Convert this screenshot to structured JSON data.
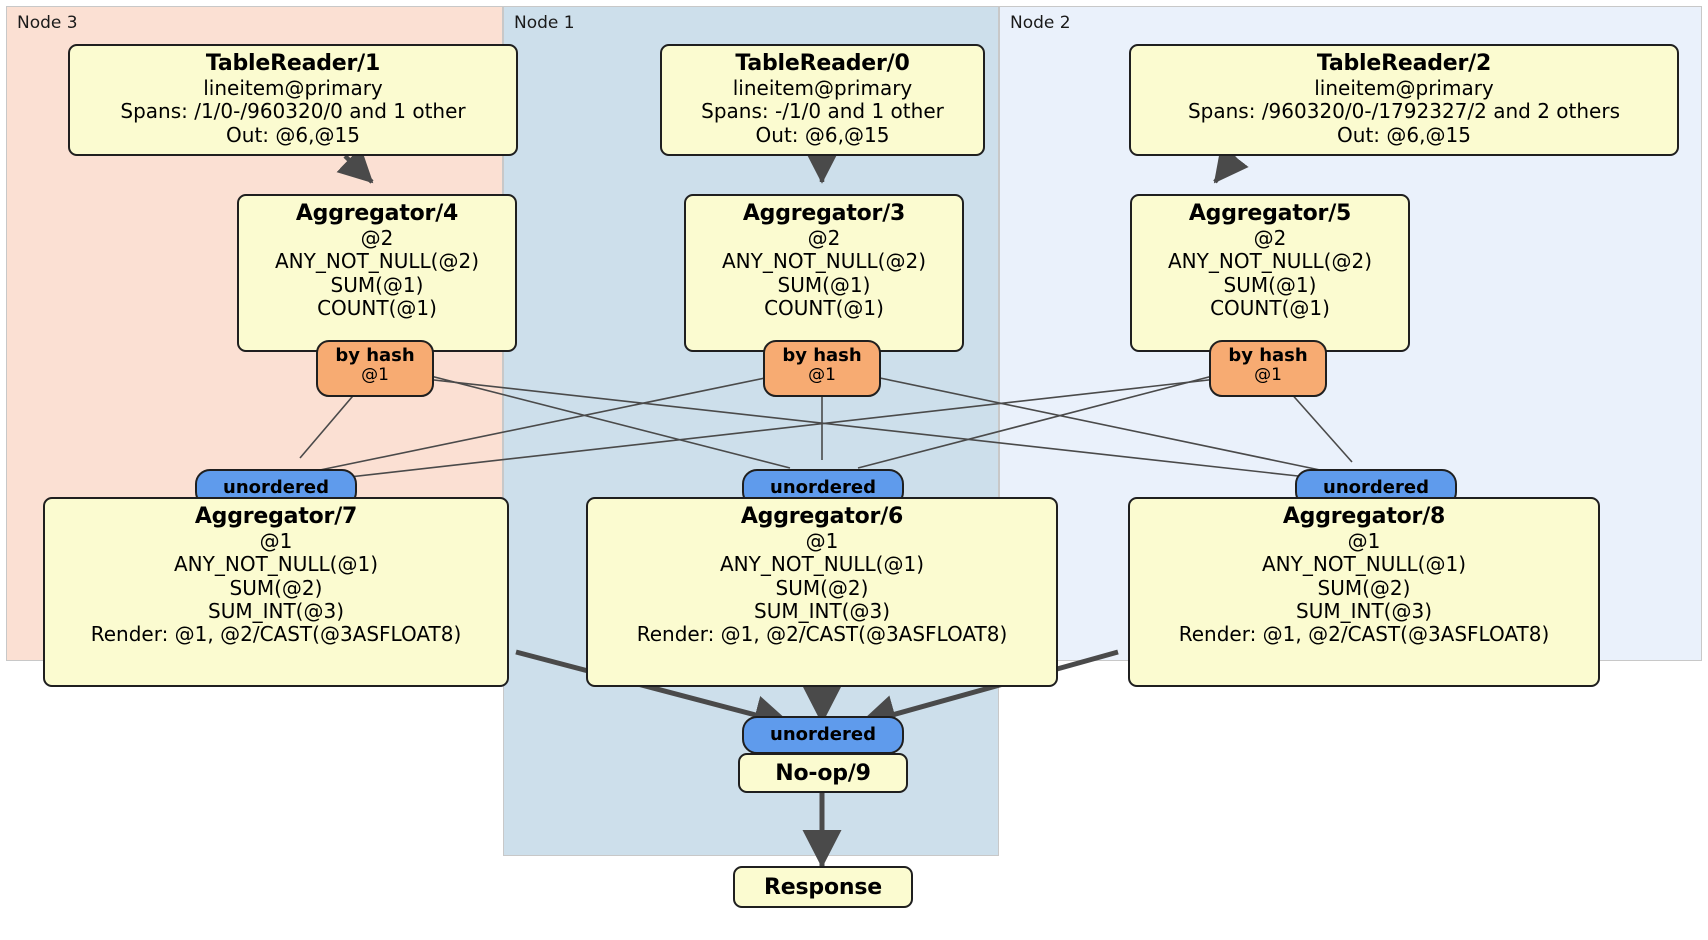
{
  "diagram": {
    "type": "distributed-query-plan-flow",
    "colors": {
      "node3_bg": "#fbe0d3",
      "node1_bg": "#cddfeb",
      "node2_bg": "#eaf1fb",
      "processor_bg": "#fbfbd0",
      "hash_router_bg": "#f7ab72",
      "unordered_router_bg": "#5f9bec",
      "stroke": "#1f1f1f",
      "edge_thin": "#4a4a4a",
      "edge_thick": "#4a4a4a"
    }
  },
  "nodes": [
    {
      "id": "node3",
      "label": "Node 3"
    },
    {
      "id": "node1",
      "label": "Node 1"
    },
    {
      "id": "node2",
      "label": "Node 2"
    }
  ],
  "processors": {
    "tablereader1": {
      "title": "TableReader/1",
      "lines": [
        "lineitem@primary",
        "Spans: /1/0-/960320/0 and 1 other",
        "Out: @6,@15"
      ]
    },
    "tablereader0": {
      "title": "TableReader/0",
      "lines": [
        "lineitem@primary",
        "Spans: -/1/0 and 1 other",
        "Out: @6,@15"
      ]
    },
    "tablereader2": {
      "title": "TableReader/2",
      "lines": [
        "lineitem@primary",
        "Spans: /960320/0-/1792327/2 and 2 others",
        "Out: @6,@15"
      ]
    },
    "aggregator4": {
      "title": "Aggregator/4",
      "lines": [
        "@2",
        "ANY_NOT_NULL(@2)",
        "SUM(@1)",
        "COUNT(@1)"
      ]
    },
    "aggregator3": {
      "title": "Aggregator/3",
      "lines": [
        "@2",
        "ANY_NOT_NULL(@2)",
        "SUM(@1)",
        "COUNT(@1)"
      ]
    },
    "aggregator5": {
      "title": "Aggregator/5",
      "lines": [
        "@2",
        "ANY_NOT_NULL(@2)",
        "SUM(@1)",
        "COUNT(@1)"
      ]
    },
    "aggregator7": {
      "title": "Aggregator/7",
      "lines": [
        "@1",
        "ANY_NOT_NULL(@1)",
        "SUM(@2)",
        "SUM_INT(@3)",
        "Render: @1, @2/CAST(@3ASFLOAT8)"
      ]
    },
    "aggregator6": {
      "title": "Aggregator/6",
      "lines": [
        "@1",
        "ANY_NOT_NULL(@1)",
        "SUM(@2)",
        "SUM_INT(@3)",
        "Render: @1, @2/CAST(@3ASFLOAT8)"
      ]
    },
    "aggregator8": {
      "title": "Aggregator/8",
      "lines": [
        "@1",
        "ANY_NOT_NULL(@1)",
        "SUM(@2)",
        "SUM_INT(@3)",
        "Render: @1, @2/CAST(@3ASFLOAT8)"
      ]
    },
    "noop9": {
      "title": "No-op/9"
    },
    "response": {
      "title": "Response"
    }
  },
  "routers": {
    "hash_left": {
      "title": "by hash",
      "sub": "@1"
    },
    "hash_mid": {
      "title": "by hash",
      "sub": "@1"
    },
    "hash_right": {
      "title": "by hash",
      "sub": "@1"
    },
    "unordered_left": {
      "title": "unordered"
    },
    "unordered_mid": {
      "title": "unordered"
    },
    "unordered_right": {
      "title": "unordered"
    },
    "unordered_final": {
      "title": "unordered"
    }
  }
}
